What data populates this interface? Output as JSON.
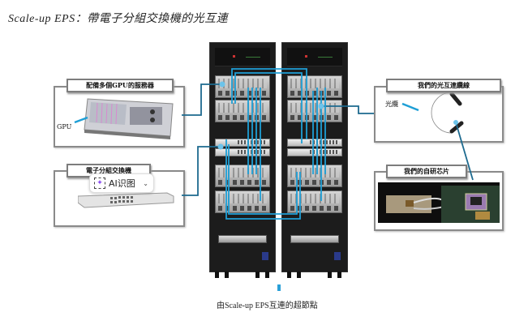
{
  "title": "Scale-up EPS：帶電子分組交換機的光互連",
  "callouts": {
    "gpu_server": {
      "title": "配備多個GPU的服務器",
      "part_label": "GPU"
    },
    "switch": {
      "title": "電子分組交換機"
    },
    "optical_cable": {
      "title": "我們的光互連纜線",
      "part_label": "光纜"
    },
    "chip": {
      "title": "我們的自研芯片"
    }
  },
  "ai_chip": {
    "icon": "ai-sparkle-icon",
    "label": "AI识图",
    "chevron": "⌄"
  },
  "caption": "由Scale-up EPS互連的超節點",
  "colors": {
    "link": "#1e9fd6",
    "leader": "#1d6a8f",
    "dot": "#6cc3ea",
    "box_border": "#8a8a8a",
    "rack": "#1c1c1c"
  }
}
